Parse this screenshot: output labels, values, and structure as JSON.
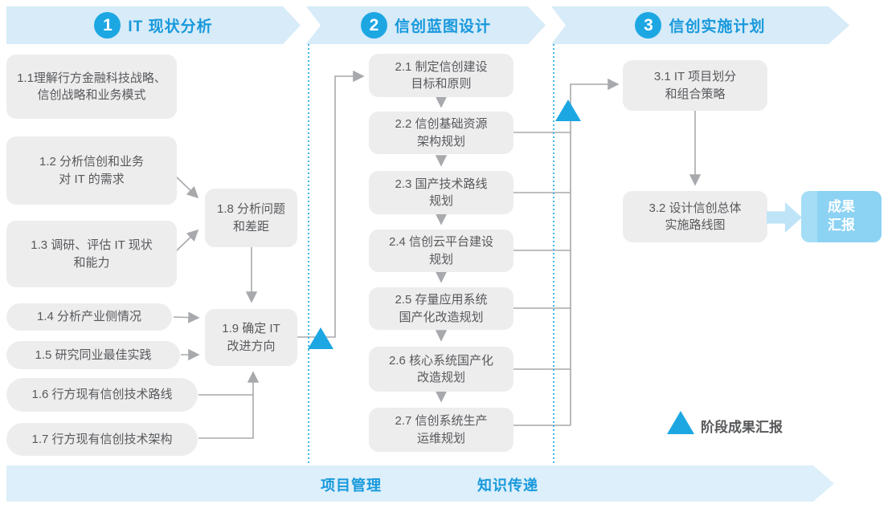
{
  "phases": [
    {
      "number": "1",
      "title": "IT 现状分析"
    },
    {
      "number": "2",
      "title": "信创蓝图设计"
    },
    {
      "number": "3",
      "title": "信创实施计划"
    }
  ],
  "boxes": {
    "b11": "1.1理解行方金融科技战略、\n信创战略和业务模式",
    "b12": "1.2 分析信创和业务\n对 IT 的需求",
    "b13": "1.3 调研、评估 IT 现状\n和能力",
    "b14": "1.4 分析产业侧情况",
    "b15": "1.5 研究同业最佳实践",
    "b16": "1.6 行方现有信创技术路线",
    "b17": "1.7 行方现有信创技术架构",
    "b18": "1.8 分析问题\n和差距",
    "b19": "1.9 确定 IT\n改进方向",
    "b21": "2.1 制定信创建设\n目标和原则",
    "b22": "2.2 信创基础资源\n架构规划",
    "b23": "2.3 国产技术路线\n规划",
    "b24": "2.4 信创云平台建设\n规划",
    "b25": "2.5 存量应用系统\n国产化改造规划",
    "b26": "2.6 核心系统国产化\n改造规划",
    "b27": "2.7 信创系统生产\n运维规划",
    "b31": "3.1 IT 项目划分\n和组合策略",
    "b32": "3.2 设计信创总体\n实施路线图"
  },
  "result_box": "成果\n汇报",
  "legend": {
    "label": "阶段成果汇报"
  },
  "footer": {
    "items": [
      "项目管理",
      "知识传递"
    ]
  },
  "colors": {
    "banner_fill": "#D7EBF8",
    "footer_fill": "#DCEFFA",
    "accent_blue": "#1CA7E3",
    "title_blue": "#1899DC",
    "box_gray": "#EDEDEE",
    "box_text": "#58595B",
    "connector_gray": "#A7A9AC",
    "result_fill": "#8CD2F3",
    "fat_arrow_fill": "#BFE4F8",
    "divider_dot_blue": "#3FB9E8"
  }
}
